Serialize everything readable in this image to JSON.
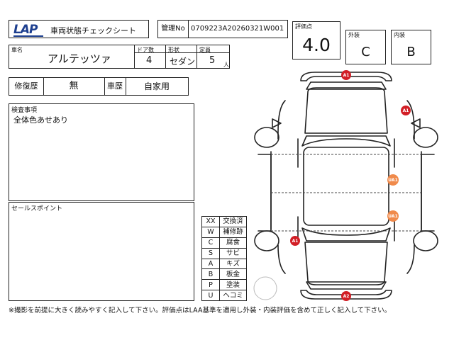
{
  "header": {
    "logo": "LAP",
    "title": "車両状態チェックシート",
    "mgmt_label": "管理No",
    "mgmt_no": "0709223A20260321W001"
  },
  "scores": {
    "score_label": "評価点",
    "score": "4.0",
    "exterior_label": "外装",
    "exterior": "C",
    "interior_label": "内装",
    "interior": "B"
  },
  "vehicle": {
    "name_label": "車名",
    "name": "アルテッツァ",
    "doors_label": "ドア数",
    "doors": "4",
    "shape_label": "形状",
    "shape": "セダン",
    "capacity_label": "定員",
    "capacity": "5",
    "capacity_unit": "人"
  },
  "history": {
    "repair_label": "修復歴",
    "repair": "無",
    "car_history_label": "車歴",
    "car_history": "自家用"
  },
  "inspection": {
    "label": "検査事項",
    "text": "全体色あせあり"
  },
  "sales_point": {
    "label": "セールスポイント",
    "text": ""
  },
  "legend": [
    {
      "code": "XX",
      "meaning": "交換済"
    },
    {
      "code": "W",
      "meaning": "補修跡"
    },
    {
      "code": "C",
      "meaning": "腐食"
    },
    {
      "code": "S",
      "meaning": "サビ"
    },
    {
      "code": "A",
      "meaning": "キズ"
    },
    {
      "code": "B",
      "meaning": "板金"
    },
    {
      "code": "P",
      "meaning": "塗装"
    },
    {
      "code": "U",
      "meaning": "ヘコミ"
    }
  ],
  "markers": {
    "front_bumper": "A1",
    "right_front_fender": "A1",
    "left_front_door": "UA1",
    "left_rear_door": "UA1",
    "right_rear_quarter": "A1",
    "rear_bumper": "A2",
    "red_color": "#d21f26",
    "orange_color": "#f08a4b"
  },
  "footer": "※撮影を前提に大きく読みやすく記入して下さい。評価点はLAA基準を適用し外装・内装評価を含めて正しく記入して下さい。"
}
